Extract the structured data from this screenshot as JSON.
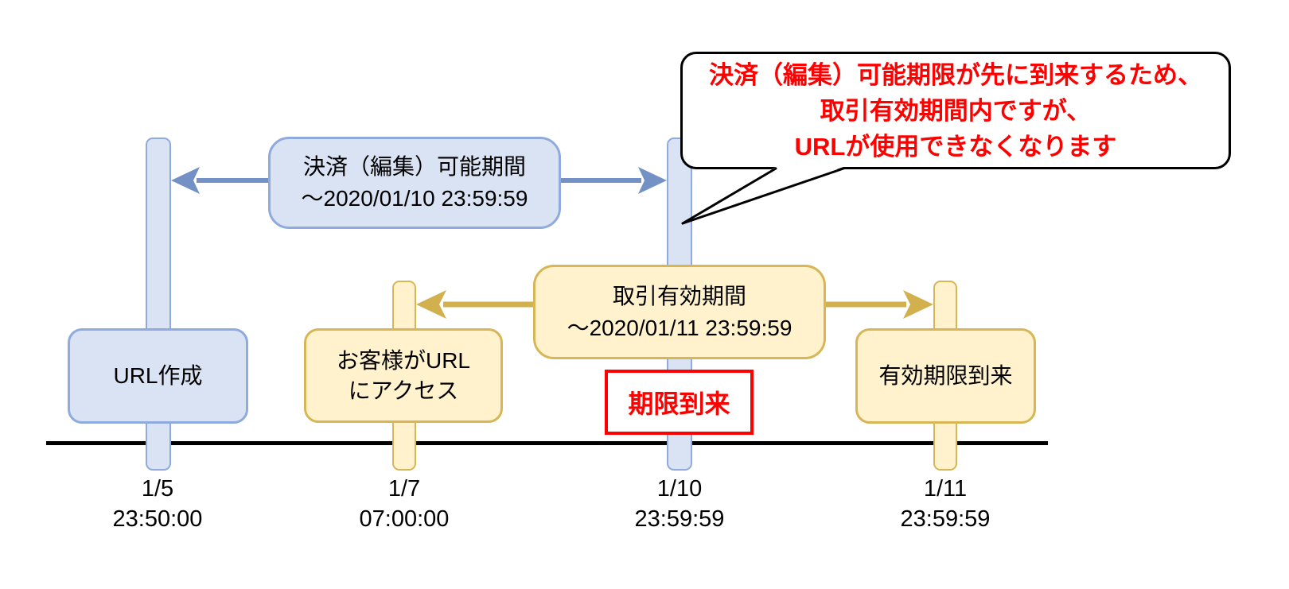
{
  "colors": {
    "blue_fill": "#dae3f3",
    "blue_border": "#8faadc",
    "blue_arrow": "#7491c6",
    "yellow_fill": "#fff2cc",
    "yellow_border": "#d6b656",
    "yellow_arrow": "#d2b04e",
    "red": "#ff0000",
    "timeline": "#000000",
    "bubble_border": "#000000"
  },
  "callout": {
    "lines": [
      "決済（編集）可能期限が先に到来するため、",
      "取引有効期間内ですが、",
      "URLが使用できなくなります"
    ]
  },
  "periods": [
    {
      "id": "payment-editable",
      "label": "決済（編集）可能期間",
      "deadline": "～2020/01/10 23:59:59",
      "color": "blue"
    },
    {
      "id": "transaction-valid",
      "label": "取引有効期間",
      "deadline": "～2020/01/11 23:59:59",
      "color": "yellow"
    }
  ],
  "events": [
    {
      "id": "url-created",
      "label": "URL作成",
      "color": "blue"
    },
    {
      "id": "customer-access",
      "label_line1": "お客様がURL",
      "label_line2": "にアクセス",
      "color": "yellow"
    },
    {
      "id": "expiry-reached",
      "label": "有効期限到来",
      "color": "yellow"
    }
  ],
  "deadline_badge": {
    "label": "期限到来"
  },
  "timeline_ticks": [
    {
      "date": "1/5",
      "time": "23:50:00"
    },
    {
      "date": "1/7",
      "time": "07:00:00"
    },
    {
      "date": "1/10",
      "time": "23:59:59"
    },
    {
      "date": "1/11",
      "time": "23:59:59"
    }
  ]
}
